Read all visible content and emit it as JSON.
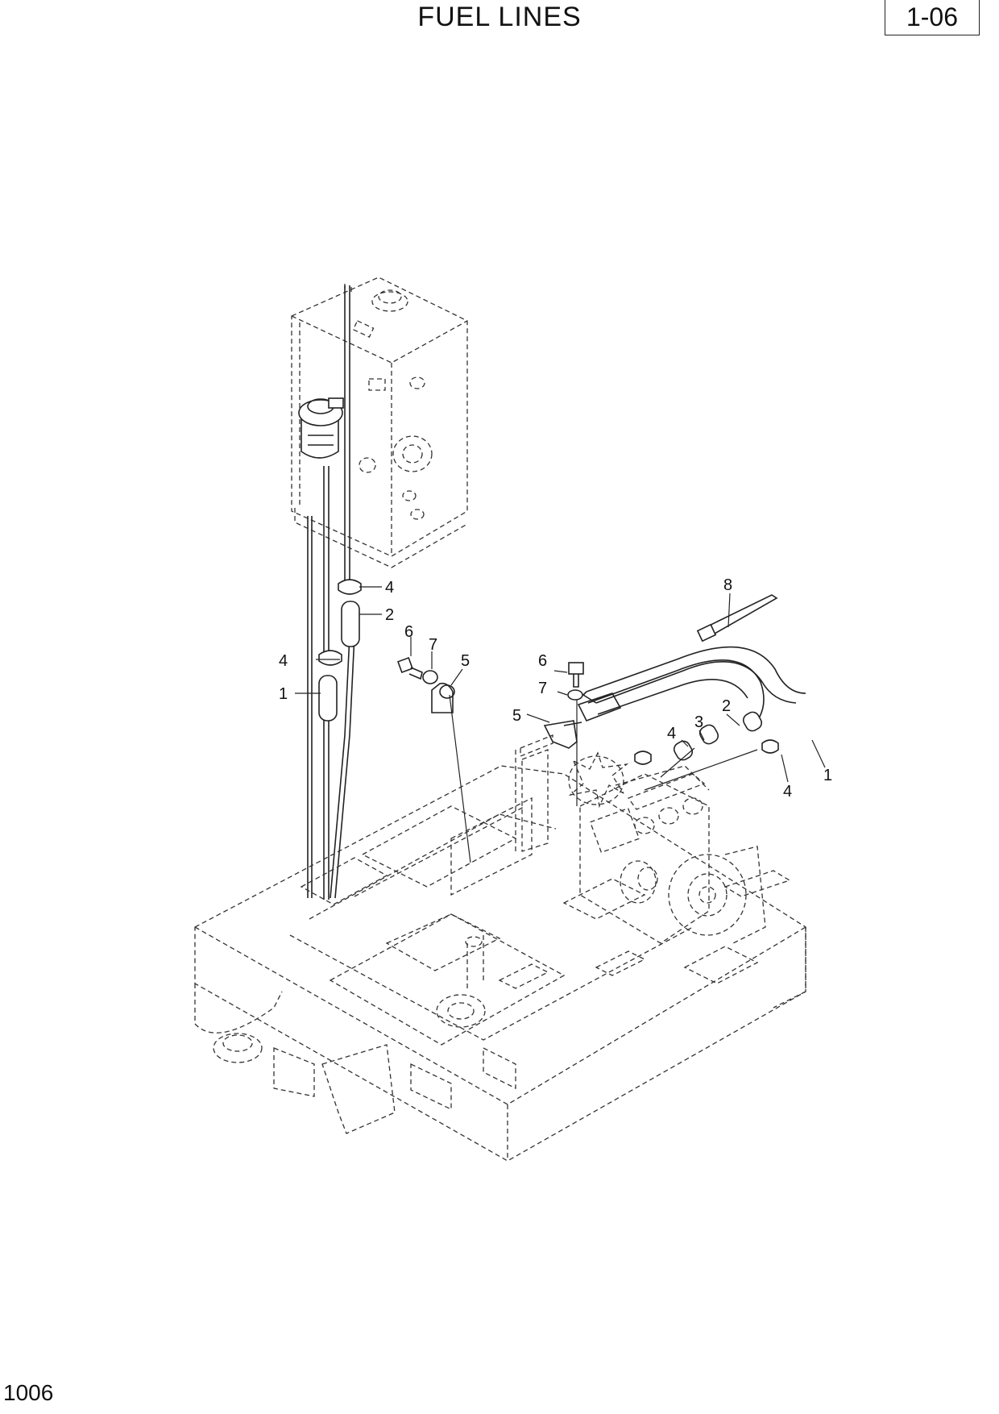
{
  "header": {
    "title": "FUEL LINES",
    "page_code": "1-06"
  },
  "footer": {
    "page_number": "1006"
  },
  "callouts": [
    {
      "num": "4"
    },
    {
      "num": "2"
    },
    {
      "num": "4"
    },
    {
      "num": "1"
    },
    {
      "num": "6"
    },
    {
      "num": "7"
    },
    {
      "num": "5"
    },
    {
      "num": "6"
    },
    {
      "num": "7"
    },
    {
      "num": "5"
    },
    {
      "num": "8"
    },
    {
      "num": "2"
    },
    {
      "num": "3"
    },
    {
      "num": "4"
    },
    {
      "num": "1"
    },
    {
      "num": "4"
    }
  ]
}
